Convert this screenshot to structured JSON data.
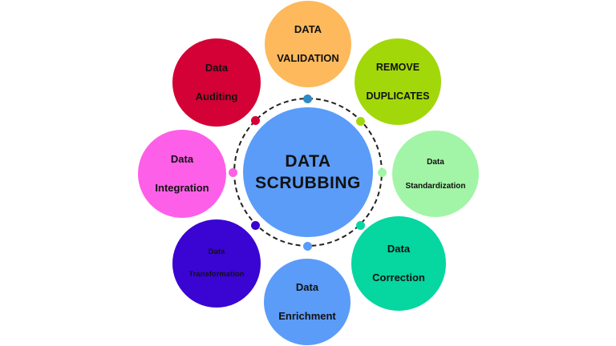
{
  "center": {
    "line1": "DATA",
    "line2": "SCRUBBING",
    "color": "#5b9cf8"
  },
  "ring": {
    "style": "dashed",
    "color": "#222222"
  },
  "nodes": [
    {
      "label1": "DATA",
      "label2": "VALIDATION",
      "color": "#fdb95c",
      "dot_color": "#2b8bc6"
    },
    {
      "label1": "REMOVE",
      "label2": "DUPLICATES",
      "color": "#a2d80a",
      "dot_color": "#a2d80a"
    },
    {
      "label1": "Data",
      "label2": "Standardization",
      "color": "#a2f5a6",
      "dot_color": "#a2f5a6"
    },
    {
      "label1": "Data",
      "label2": "Correction",
      "color": "#06d6a0",
      "dot_color": "#06d6a0"
    },
    {
      "label1": "Data",
      "label2": "Enrichment",
      "color": "#5b9cf8",
      "dot_color": "#5b9cf8"
    },
    {
      "label1": "Data",
      "label2": "Transformation",
      "color": "#3a04d3",
      "dot_color": "#3a04d3"
    },
    {
      "label1": "Data",
      "label2": "Integration",
      "color": "#fe5fe8",
      "dot_color": "#fe5fe8"
    },
    {
      "label1": "Data",
      "label2": "Auditing",
      "color": "#d30135",
      "dot_color": "#d30135"
    }
  ]
}
